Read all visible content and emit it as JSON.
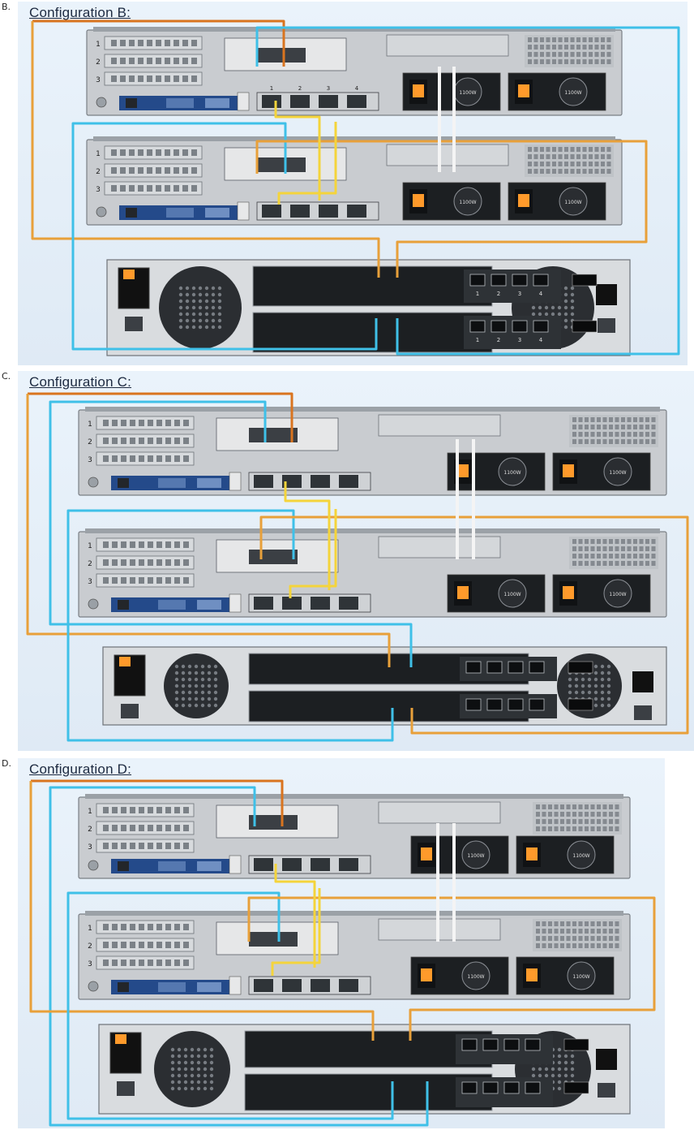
{
  "options": [
    {
      "letter": "B.",
      "title": "Configuration B:",
      "server_ports": [
        "1",
        "2",
        "3",
        "4"
      ],
      "storage_ports": [
        "1",
        "2",
        "3",
        "4"
      ],
      "psu_labels": [
        "1100W",
        "1100W"
      ]
    },
    {
      "letter": "C.",
      "title": "Configuration C:",
      "server_ports": [],
      "storage_ports": [],
      "psu_labels": [
        "1100W",
        "1100W"
      ]
    },
    {
      "letter": "D.",
      "title": "Configuration D:",
      "server_ports": [],
      "storage_ports": [],
      "psu_labels": [
        "1100W",
        "1100W"
      ]
    }
  ],
  "colors": {
    "orange": "#e8a03a",
    "dark_orange": "#d9741f",
    "cyan": "#3fc0e8",
    "yellow": "#f4d43b",
    "white_cable": "#f4f4f4",
    "chassis": "#c9ccd0",
    "port": "#2f3438",
    "psu": "#1c1f22"
  }
}
